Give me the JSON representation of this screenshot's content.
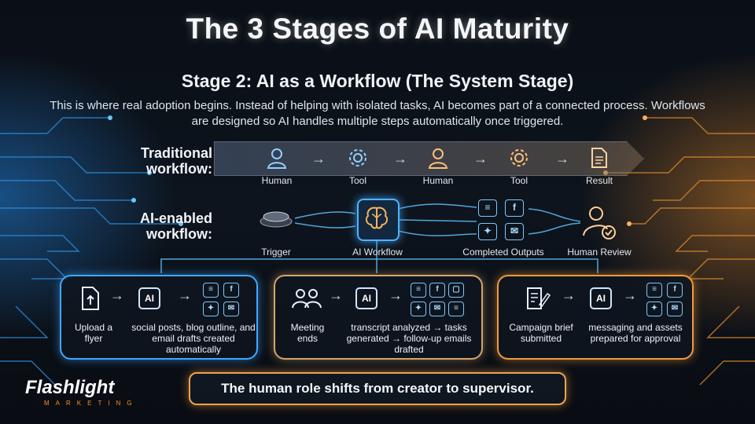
{
  "title": "The 3 Stages of AI Maturity",
  "subtitle": "Stage 2: AI as a Workflow (The System Stage)",
  "description": "This is where real adoption begins. Instead of helping with isolated tasks, AI becomes part of a connected process. Workflows are designed so AI handles multiple steps automatically once triggered.",
  "traditional": {
    "label_line1": "Traditional",
    "label_line2": "workflow:",
    "steps": [
      "Human",
      "Tool",
      "Human",
      "Tool",
      "Result"
    ]
  },
  "ai_enabled": {
    "label_line1": "AI-enabled",
    "label_line2": "workflow:",
    "steps": [
      "Trigger",
      "AI Workflow",
      "Completed Outputs",
      "Human Review"
    ]
  },
  "examples": [
    {
      "input": "Upload a flyer",
      "output": "social posts, blog outline, and email drafts created automatically",
      "color": "#3fa9ff"
    },
    {
      "input": "Meeting ends",
      "output": "transcript analyzed → tasks generated → follow-up emails drafted",
      "color": "#d5a46a"
    },
    {
      "input": "Campaign brief submitted",
      "output": "messaging and assets prepared for approval",
      "color": "#f29a3b"
    }
  ],
  "chip_label": "AI",
  "takeaway": "The human role shifts from creator to supervisor.",
  "logo": {
    "name": "Flashlight",
    "tagline": "MARKETING"
  },
  "colors": {
    "blue_accent": "#3fa9ff",
    "orange_accent": "#f29a3b",
    "background": "#0b1119"
  }
}
